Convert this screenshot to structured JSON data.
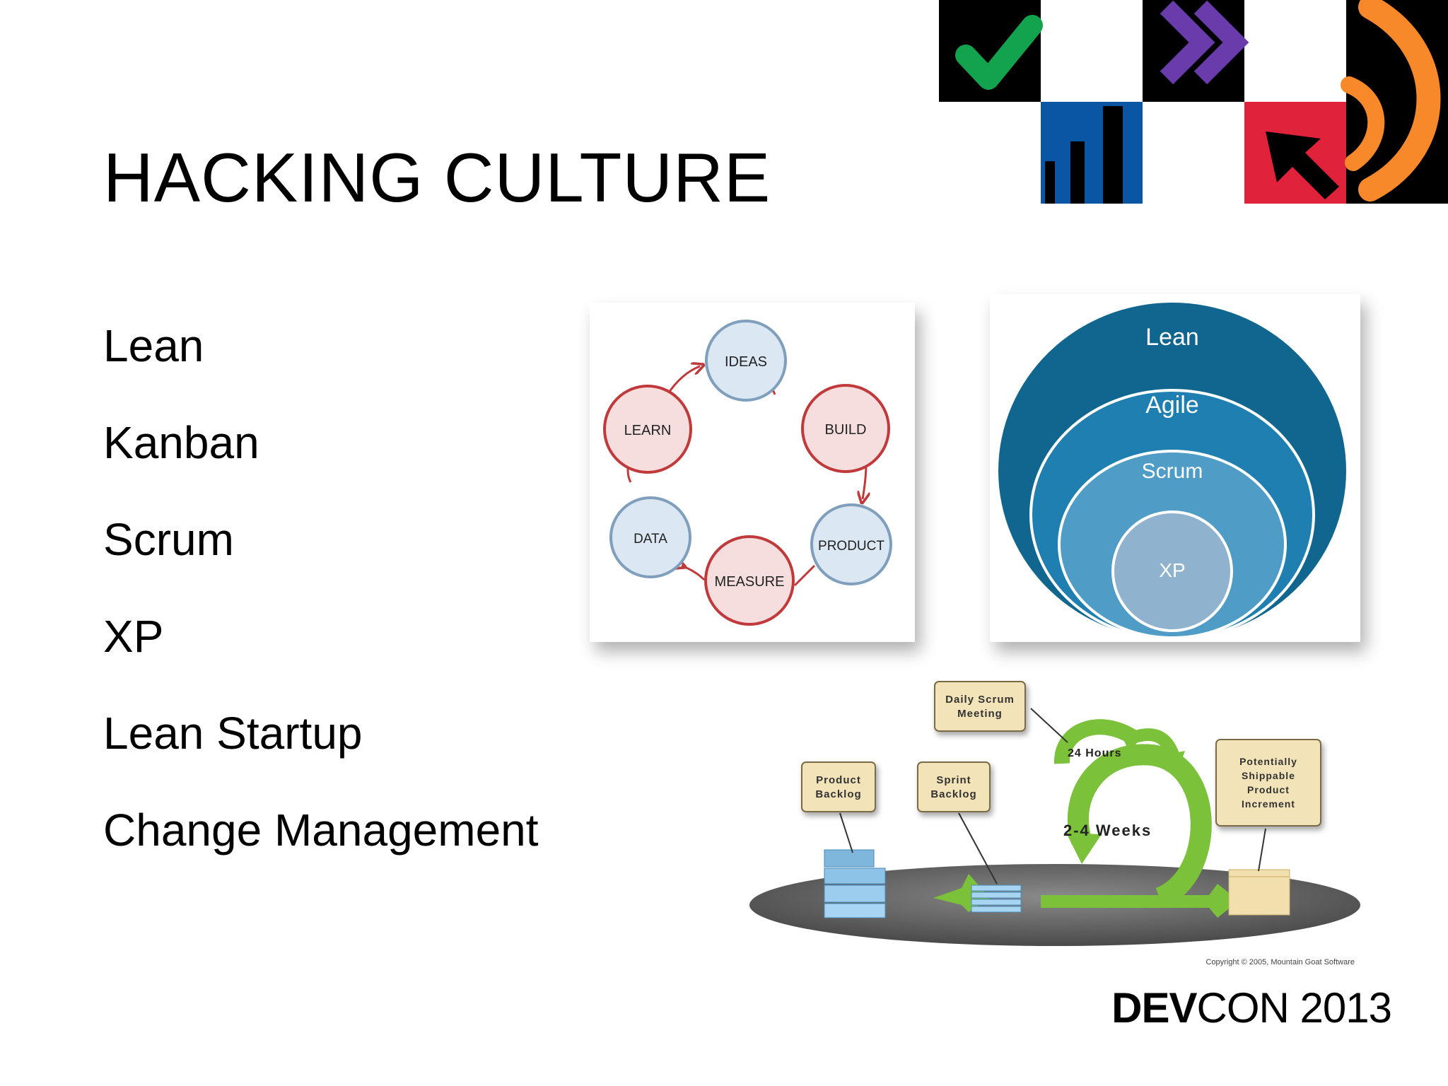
{
  "slide": {
    "title": "HACKING CULTURE",
    "topics": [
      "Lean",
      "Kanban",
      "Scrum",
      "XP",
      "Lean Startup",
      "Change Management"
    ]
  },
  "lean_startup_cycle": {
    "nodes": [
      "IDEAS",
      "BUILD",
      "PRODUCT",
      "MEASURE",
      "DATA",
      "LEARN"
    ]
  },
  "nested_circles": {
    "labels": [
      "Lean",
      "Agile",
      "Scrum",
      "XP"
    ],
    "colors": [
      "#10668f",
      "#1f7fb0",
      "#4f9cc7",
      "#8fb2cf"
    ]
  },
  "scrum_process": {
    "boxes": {
      "daily": [
        "Daily Scrum",
        "Meeting"
      ],
      "product_backlog": [
        "Product",
        "Backlog"
      ],
      "sprint_backlog": [
        "Sprint",
        "Backlog"
      ],
      "increment": [
        "Potentially",
        "Shippable",
        "Product",
        "Increment"
      ]
    },
    "hours_label": "24 Hours",
    "weeks_label": "2-4 Weeks",
    "copyright": "Copyright © 2005, Mountain Goat Software"
  },
  "footer": {
    "brand_bold": "DEV",
    "brand_rest": "CON 2013"
  },
  "colors": {
    "cycle_red": "#c0393b",
    "cycle_red_fill": "#f6dede",
    "cycle_blue_fill": "#dbe7f2",
    "cycle_blue_stroke": "#7f9fbd",
    "arrow_green": "#7cc13a",
    "tile_green": "#13a24e",
    "tile_purple": "#6a3bab",
    "tile_blue": "#0a56a5",
    "tile_red": "#e0223a",
    "tile_orange": "#f7892a"
  }
}
